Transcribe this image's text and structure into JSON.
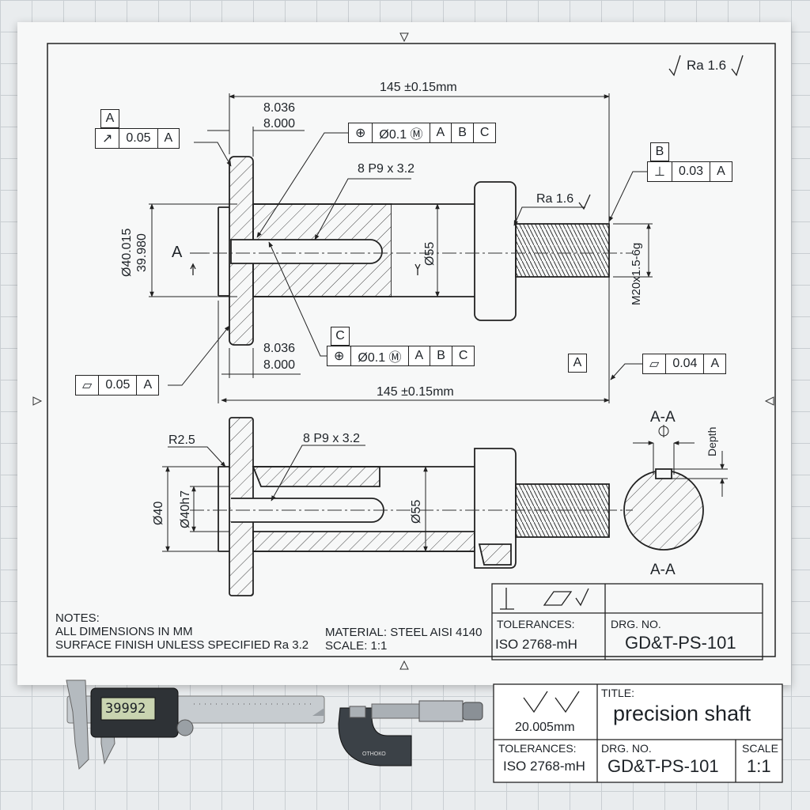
{
  "finish_top": "Ra 1.6",
  "dims": {
    "length_top": "145 ±0.15mm",
    "length_bottom": "145 ±0.15mm",
    "key_upper_top": "8.036",
    "key_lower_top": "8.000",
    "key_upper_bot": "8.036",
    "key_lower_bot": "8.000",
    "keyway_top": "8 P9 x 3.2",
    "keyway_bottom": "8 P9 x 3.2",
    "ra_flange": "Ra 1.6",
    "dia_upper": "Ø40.015",
    "dia_lower": "39.980",
    "dia55_top": "Ø55",
    "dia55_bottom": "Ø55",
    "thread": "M20x1.5-6g",
    "radius": "R2.5",
    "dia40": "Ø40",
    "dia40h7": "Ø40h7",
    "section_a": "A"
  },
  "fcf": {
    "runout": [
      "0.05",
      "A"
    ],
    "runout_label": "A",
    "position_top": [
      "Ø0.1 Ⓜ",
      "A",
      "B",
      "C"
    ],
    "perp": [
      "0.03",
      "A"
    ],
    "perp_label": "B",
    "position_bottom": [
      "Ø0.1 Ⓜ",
      "A",
      "B",
      "C"
    ],
    "position_label": "C",
    "flat_left": [
      "0.05",
      "A"
    ],
    "flat_right": [
      "0.04",
      "A"
    ],
    "datum_a": "A"
  },
  "section": {
    "title_top": "A-A",
    "title_bottom": "A-A",
    "depth": "Depth"
  },
  "notes": {
    "heading": "NOTES:",
    "line1": "ALL DIMENSIONS IN MM",
    "line2": "SURFACE FINISH UNLESS SPECIFIED Ra 3.2",
    "material": "MATERIAL: STEEL AISI 4140",
    "scale": "SCALE: 1:1"
  },
  "titleblock_inner": {
    "tolerances_label": "TOLERANCES:",
    "tolerances_value": "ISO 2768-mH",
    "drg_label": "DRG. NO.",
    "drg_value": "GD&T-PS-101"
  },
  "caliper_reading": "39992",
  "micrometer_brand": "ОТНОКО",
  "titleblock_outer": {
    "size": "20.005mm",
    "title_label": "TITLE:",
    "title_value": "precision shaft",
    "tolerances_label": "TOLERANCES:",
    "tolerances_value": "ISO 2768-mH",
    "drg_label": "DRG. NO.",
    "drg_value": "GD&T-PS-101",
    "scale_label": "SCALE",
    "scale_value": "1:1"
  },
  "colors": {
    "paper": "#f7f8f8",
    "ink": "#1d2227",
    "grid": "#c9ced2",
    "lcd": "#c9d4b0"
  }
}
